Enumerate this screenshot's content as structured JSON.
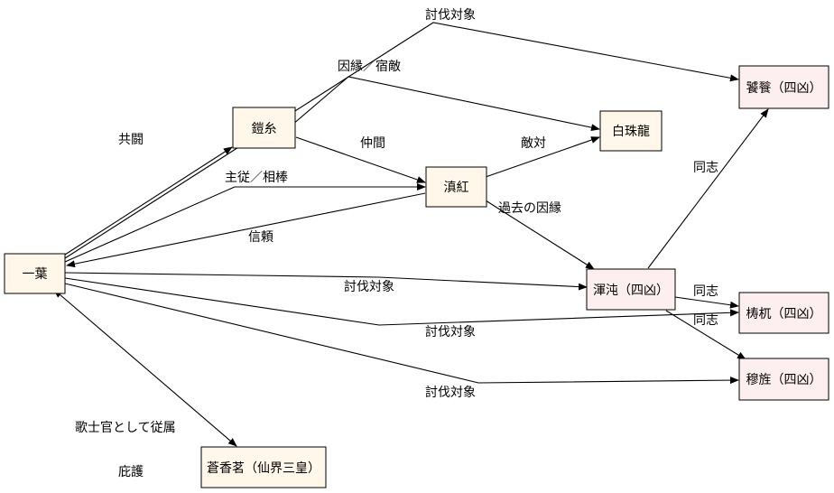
{
  "colors": {
    "node_fill": "#fff7ea",
    "yonkyo_fill": "#fdeef0",
    "stroke": "#000000"
  },
  "nodes": {
    "ichiyo": "一葉",
    "gaishi": "鎧糸",
    "tenko": "滇紅",
    "hakuju": "白珠龍",
    "konton": "渾沌（四凶）",
    "totetsu": "饕餮（四凶）",
    "toukotsu": "梼杌（四凶）",
    "kyuki": "穆旌（四凶）",
    "soukou": "蒼香茗（仙界三皇）"
  },
  "edges": {
    "gaishi_totetsu": "討伐対象",
    "gaishi_hakuju": "因縁／宿敵",
    "kyoutou": "共闘",
    "nakama": "仲間",
    "tekitai": "敵対",
    "shuju": "主従／相棒",
    "shinrai": "信頼",
    "kako": "過去の因縁",
    "ichiyo_konton": "討伐対象",
    "ichiyo_toukotsu": "討伐対象",
    "ichiyo_kyuki": "討伐対象",
    "doushi_totetsu": "同志",
    "doushi_toukotsu": "同志",
    "doushi_kyuki": "同志",
    "utashi": "歌士官として従属",
    "higo": "庇護"
  }
}
